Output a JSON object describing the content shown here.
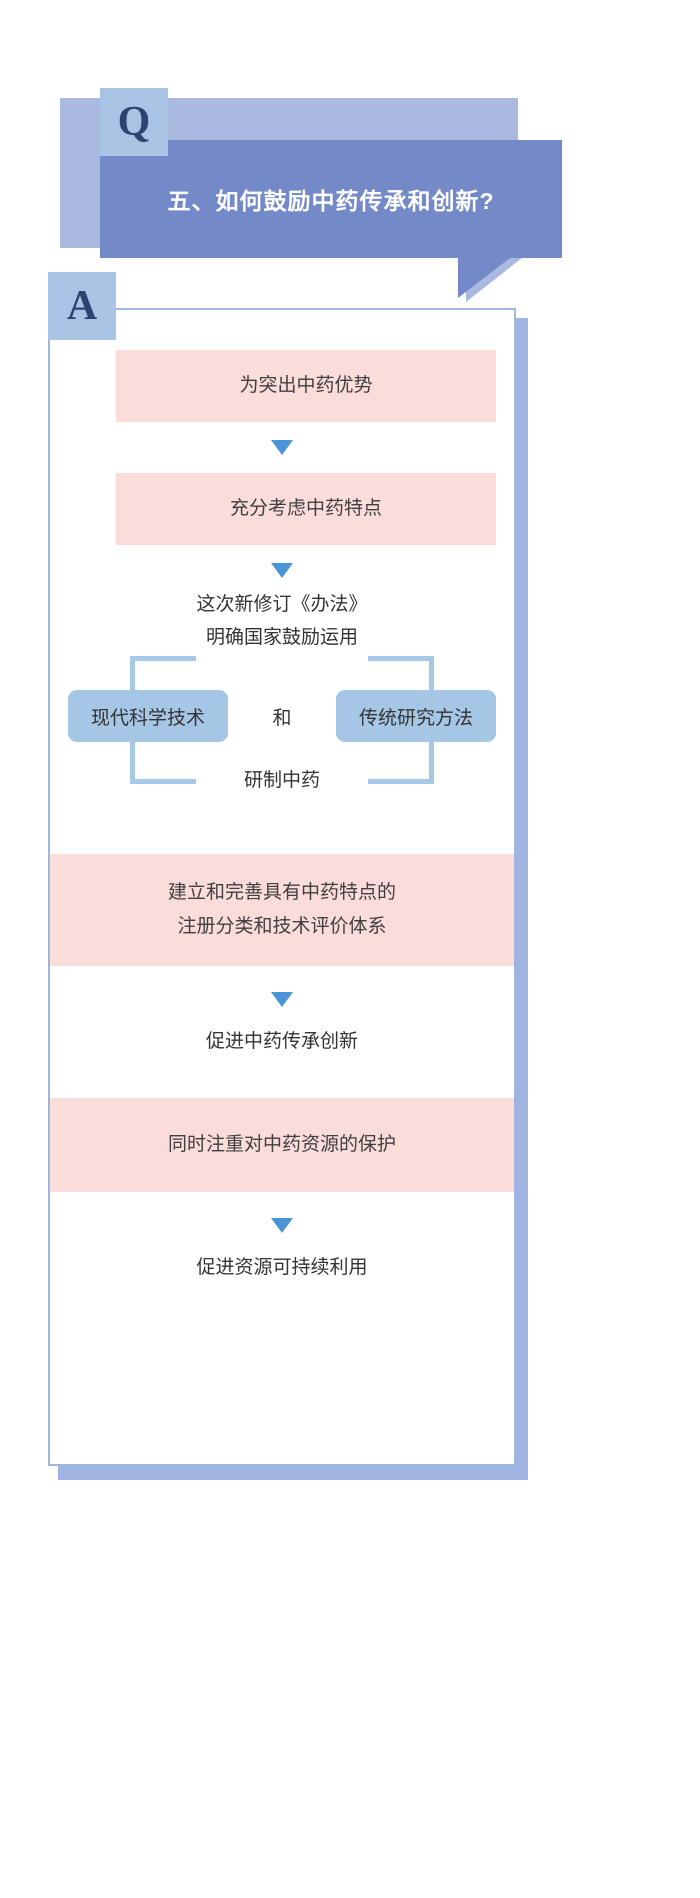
{
  "question": {
    "badge": "Q",
    "title": "五、如何鼓励中药传承和创新?"
  },
  "answer": {
    "badge": "A",
    "steps": [
      {
        "kind": "band",
        "text": "为突出中药优势"
      },
      {
        "kind": "arrow",
        "text": "▼"
      },
      {
        "kind": "band",
        "text": "充分考虑中药特点"
      },
      {
        "kind": "arrow",
        "text": "▼"
      },
      {
        "kind": "branch",
        "caption_line1": "这次新修订《办法》",
        "caption_line2": "明确国家鼓励运用",
        "left_label": "现代科学技术",
        "conjunction": "和",
        "right_label": "传统研究方法",
        "foot": "研制中药"
      },
      {
        "kind": "band2",
        "line1": "建立和完善具有中药特点的",
        "line2": "注册分类和技术评价体系"
      },
      {
        "kind": "arrow",
        "text": "▼"
      },
      {
        "kind": "plain",
        "text": "促进中药传承创新"
      },
      {
        "kind": "band",
        "text": "同时注重对中药资源的保护"
      },
      {
        "kind": "arrow",
        "text": "▼"
      },
      {
        "kind": "plain",
        "text": "促进资源可持续利用"
      }
    ]
  },
  "colors": {
    "bubble": "#7389c8",
    "bubble_shadow": "#aab9e0",
    "badge": "#a9c3e4",
    "badge_text": "#2e4372",
    "card_border": "#9fb6de",
    "card_shadow": "#9fb4e0",
    "band_pink": "#fadcda",
    "chip_blue": "#a6c6e6",
    "arrow_blue": "#4a95d6",
    "connector_blue": "#a8c8ea",
    "text": "#333333"
  }
}
